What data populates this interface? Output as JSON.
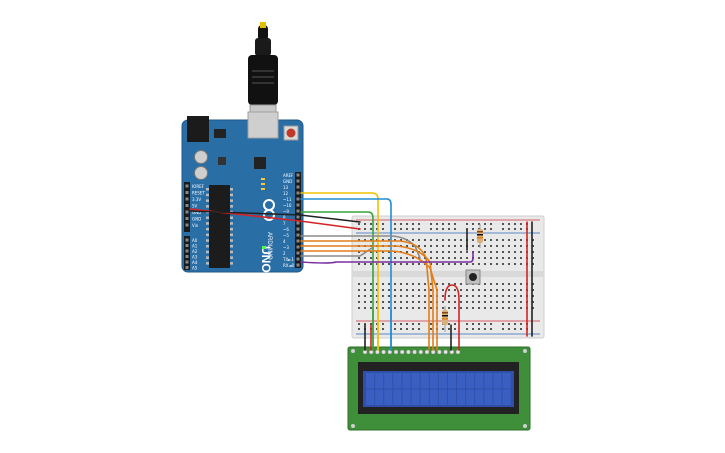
{
  "canvas": {
    "background": "#ffffff"
  },
  "arduino": {
    "model": "UNO",
    "brand": "ARDUINO",
    "board_color": "#2a6ea6",
    "header_top_labels": [
      "AREF",
      "GND",
      "13",
      "12",
      "~11",
      "~10",
      "~9",
      "8",
      "7",
      "~6",
      "~5",
      "4",
      "~3",
      "2",
      "TX►1",
      "RX◄0"
    ],
    "header_left_power": [
      "IOREF",
      "RESET",
      "3.3V",
      "5V",
      "GND",
      "GND",
      "Vin"
    ],
    "header_left_analog": [
      "A0",
      "A1",
      "A2",
      "A3",
      "A4",
      "A5"
    ]
  },
  "breadboard": {
    "color": "#e9e9e9",
    "rail_red": "#d0303a",
    "rail_blue": "#2c64b8"
  },
  "lcd": {
    "pcb_color": "#3f8f3a",
    "screen_color": "#2f4fa8",
    "cell_color": "#3a5fc2",
    "columns": 16,
    "rows": 2
  },
  "wires": {
    "yellow": "#f2c200",
    "blue": "#1e8ed6",
    "green": "#3aa43a",
    "orange": "#e27d18",
    "purple": "#7a2fa0",
    "red": "#d62222",
    "black": "#222222",
    "gray": "#8a8a8a"
  },
  "components": {
    "usb_connector": "usb-cable",
    "pushbutton": "push-button",
    "resistors": 2
  }
}
